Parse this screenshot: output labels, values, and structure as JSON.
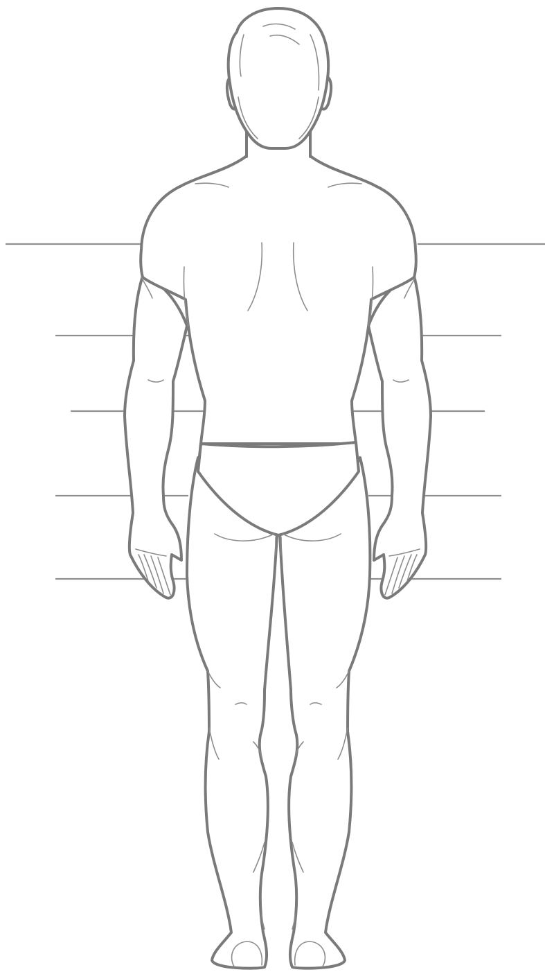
{
  "figure": {
    "subject": "body-back-outline",
    "colors": {
      "outline": "#7a7a7a",
      "detail": "#8c8c8c",
      "guide": "#8f8f8f",
      "background": "#ffffff"
    }
  },
  "guide_lines": [
    {
      "name": "guide-line-shoulder-left"
    },
    {
      "name": "guide-line-shoulder-right"
    },
    {
      "name": "guide-line-upper-left"
    },
    {
      "name": "guide-line-upper-right"
    },
    {
      "name": "guide-line-waist-left"
    },
    {
      "name": "guide-line-waist-right"
    },
    {
      "name": "guide-line-hip-left"
    },
    {
      "name": "guide-line-hip-right"
    },
    {
      "name": "guide-line-thigh-left"
    },
    {
      "name": "guide-line-thigh-right"
    }
  ]
}
